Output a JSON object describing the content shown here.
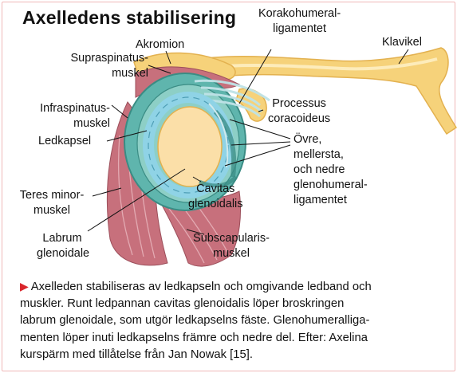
{
  "title": "Axelledens stabilisering",
  "labels": {
    "akromion": "Akromion",
    "korakohumeral_1": "Korakohumeral-",
    "korakohumeral_2": "ligamentet",
    "klavikel": "Klavikel",
    "supraspinatus_1": "Supraspinatus-",
    "supraspinatus_2": "muskel",
    "processus_1": "Processus",
    "processus_2": "coracoideus",
    "infraspinatus_1": "Infraspinatus-",
    "infraspinatus_2": "muskel",
    "ledkapsel": "Ledkapsel",
    "ovre_1": "Övre,",
    "ovre_2": "mellersta,",
    "ovre_3": "och nedre",
    "ovre_4": "glenohumeral-",
    "ovre_5": "ligamentet",
    "cavitas_1": "Cavitas",
    "cavitas_2": "glenoidalis",
    "teres_1": "Teres minor-",
    "teres_2": "muskel",
    "labrum_1": "Labrum",
    "labrum_2": "glenoidale",
    "subscapularis_1": "Subscapularis-",
    "subscapularis_2": "muskel"
  },
  "caption": {
    "line1": "Axelleden stabiliseras av ledkapseln och omgivande ledband och",
    "line2": "muskler. Runt ledpannan cavitas glenoidalis löper broskringen",
    "line3": "labrum glenoidale, som utgör ledkapselns fäste. Glenohumeralliga-",
    "line4": "menten löper inuti ledkapselns främre och nedre del. Efter: Axelina",
    "line5": "kurspärm med tillåtelse från Jan Nowak [15]."
  },
  "colors": {
    "frame_border": "#f0b8b8",
    "caption_marker": "#d9252b",
    "bone_yellow": "#f6d27a",
    "cartilage": "#fbdfa8",
    "capsule_teal": "#5fb5ad",
    "labrum_blue": "#8fd3e6",
    "muscle_red": "#c7707c",
    "ligament": "#cfe9ec"
  }
}
